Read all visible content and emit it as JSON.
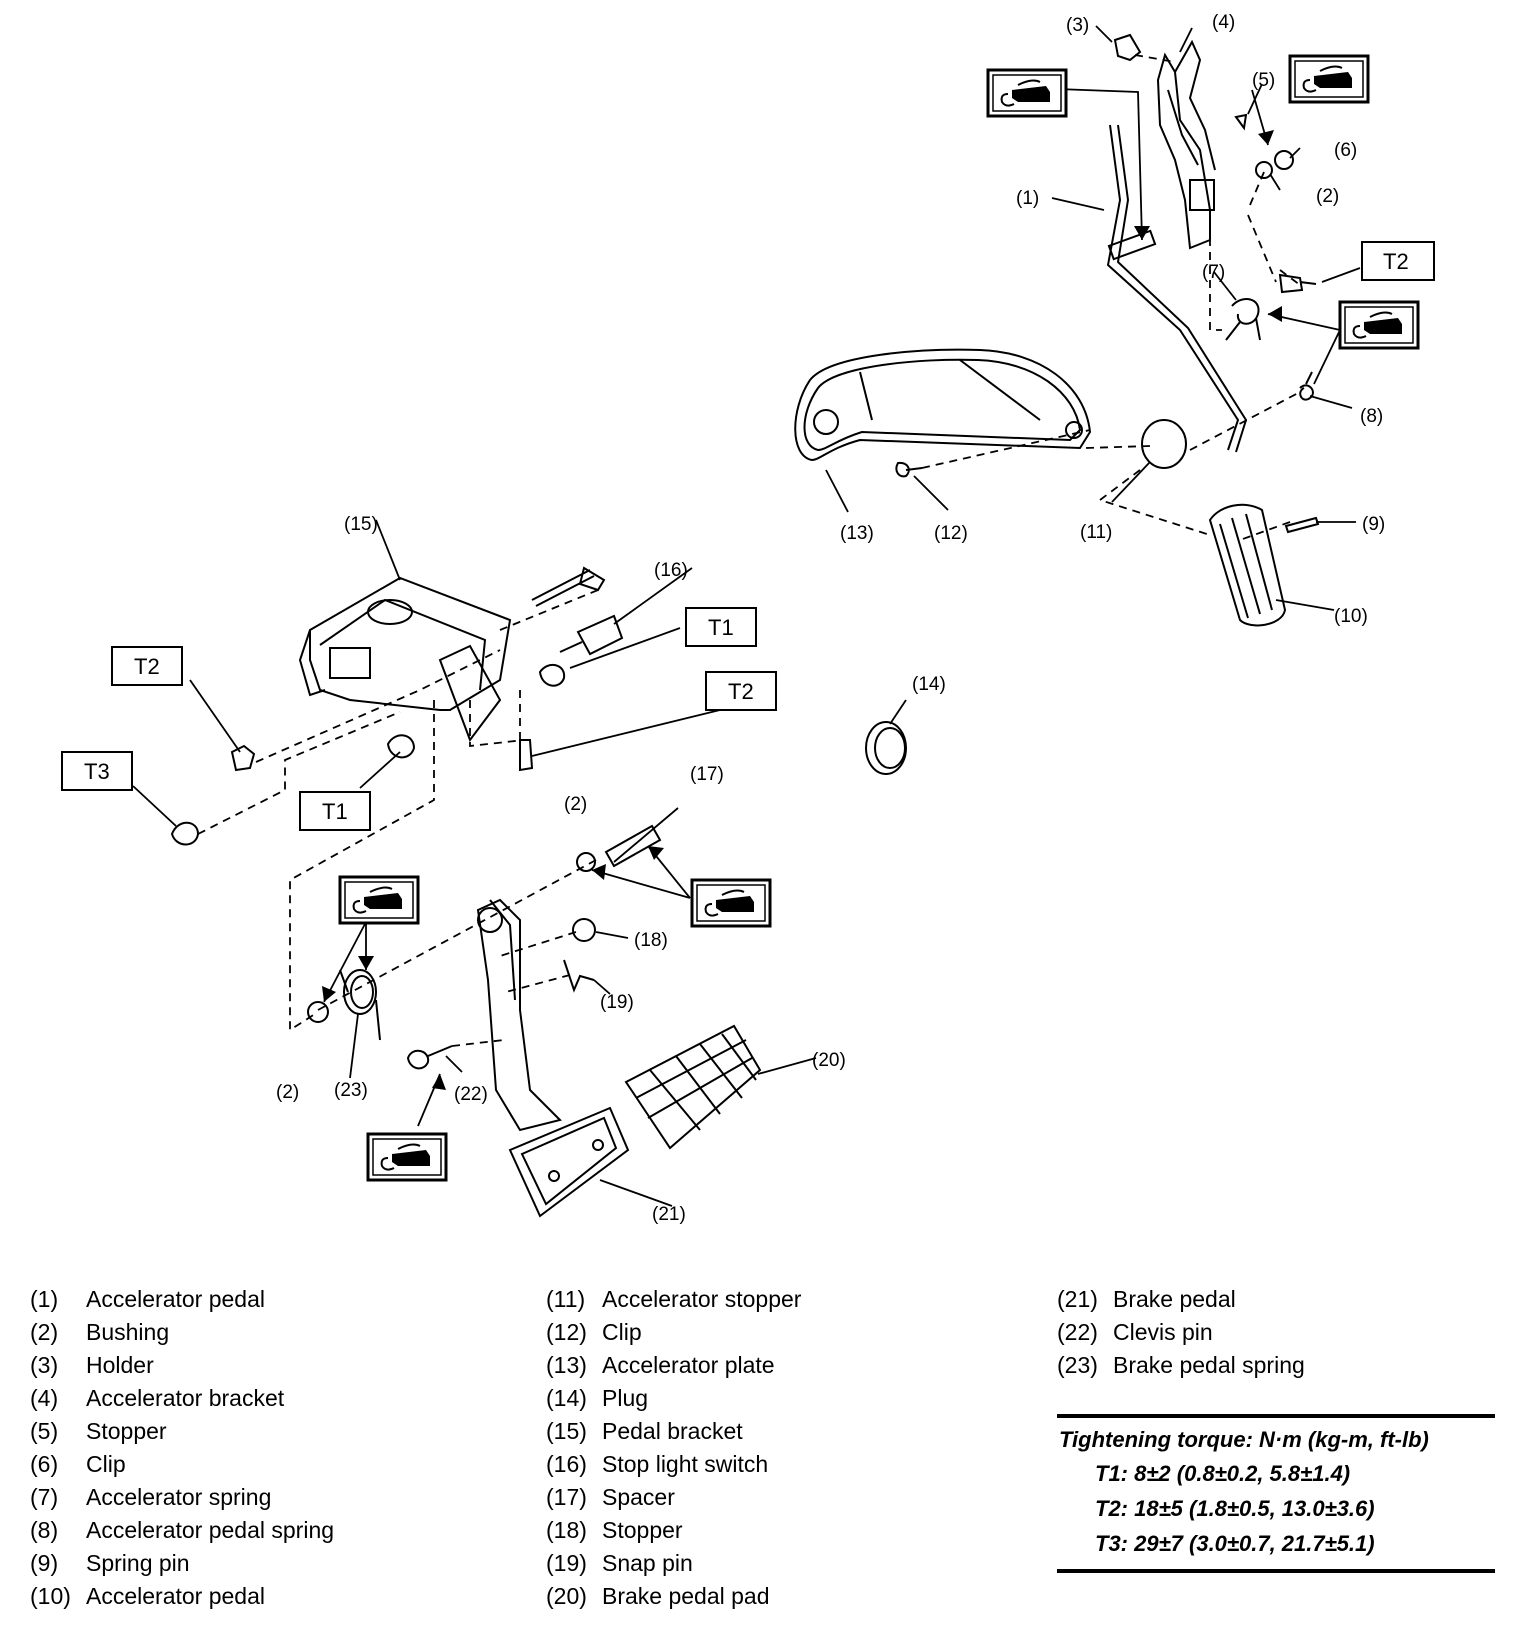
{
  "callouts": {
    "c1": "(1)",
    "c2a": "(2)",
    "c2b": "(2)",
    "c2c": "(2)",
    "c3": "(3)",
    "c4": "(4)",
    "c5": "(5)",
    "c6": "(6)",
    "c7": "(7)",
    "c8": "(8)",
    "c9": "(9)",
    "c10": "(10)",
    "c11": "(11)",
    "c12": "(12)",
    "c13": "(13)",
    "c14": "(14)",
    "c15": "(15)",
    "c16": "(16)",
    "c17": "(17)",
    "c18": "(18)",
    "c19": "(19)",
    "c20": "(20)",
    "c21": "(21)",
    "c22": "(22)",
    "c23": "(23)"
  },
  "torque_tags": {
    "t1a": "T1",
    "t1b": "T1",
    "t2a": "T2",
    "t2b": "T2",
    "t2c": "T2",
    "t3": "T3"
  },
  "icons": {
    "grease": "grease-gun-icon"
  },
  "legend": {
    "col1": [
      {
        "num": "(1)",
        "name": "Accelerator pedal"
      },
      {
        "num": "(2)",
        "name": "Bushing"
      },
      {
        "num": "(3)",
        "name": "Holder"
      },
      {
        "num": "(4)",
        "name": "Accelerator bracket"
      },
      {
        "num": "(5)",
        "name": "Stopper"
      },
      {
        "num": "(6)",
        "name": "Clip"
      },
      {
        "num": "(7)",
        "name": "Accelerator spring"
      },
      {
        "num": "(8)",
        "name": "Accelerator pedal spring"
      },
      {
        "num": "(9)",
        "name": "Spring pin"
      },
      {
        "num": "(10)",
        "name": "Accelerator pedal"
      }
    ],
    "col2": [
      {
        "num": "(11)",
        "name": "Accelerator stopper"
      },
      {
        "num": "(12)",
        "name": "Clip"
      },
      {
        "num": "(13)",
        "name": "Accelerator plate"
      },
      {
        "num": "(14)",
        "name": "Plug"
      },
      {
        "num": "(15)",
        "name": "Pedal bracket"
      },
      {
        "num": "(16)",
        "name": "Stop light switch"
      },
      {
        "num": "(17)",
        "name": "Spacer"
      },
      {
        "num": "(18)",
        "name": "Stopper"
      },
      {
        "num": "(19)",
        "name": "Snap pin"
      },
      {
        "num": "(20)",
        "name": "Brake pedal pad"
      }
    ],
    "col3": [
      {
        "num": "(21)",
        "name": "Brake pedal"
      },
      {
        "num": "(22)",
        "name": "Clevis pin"
      },
      {
        "num": "(23)",
        "name": "Brake pedal spring"
      }
    ]
  },
  "torque": {
    "title": "Tightening torque: N·m (kg-m, ft-lb)",
    "rows": [
      "T1: 8±2 (0.8±0.2, 5.8±1.4)",
      "T2: 18±5 (1.8±0.5, 13.0±3.6)",
      "T3: 29±7 (3.0±0.7, 21.7±5.1)"
    ]
  }
}
